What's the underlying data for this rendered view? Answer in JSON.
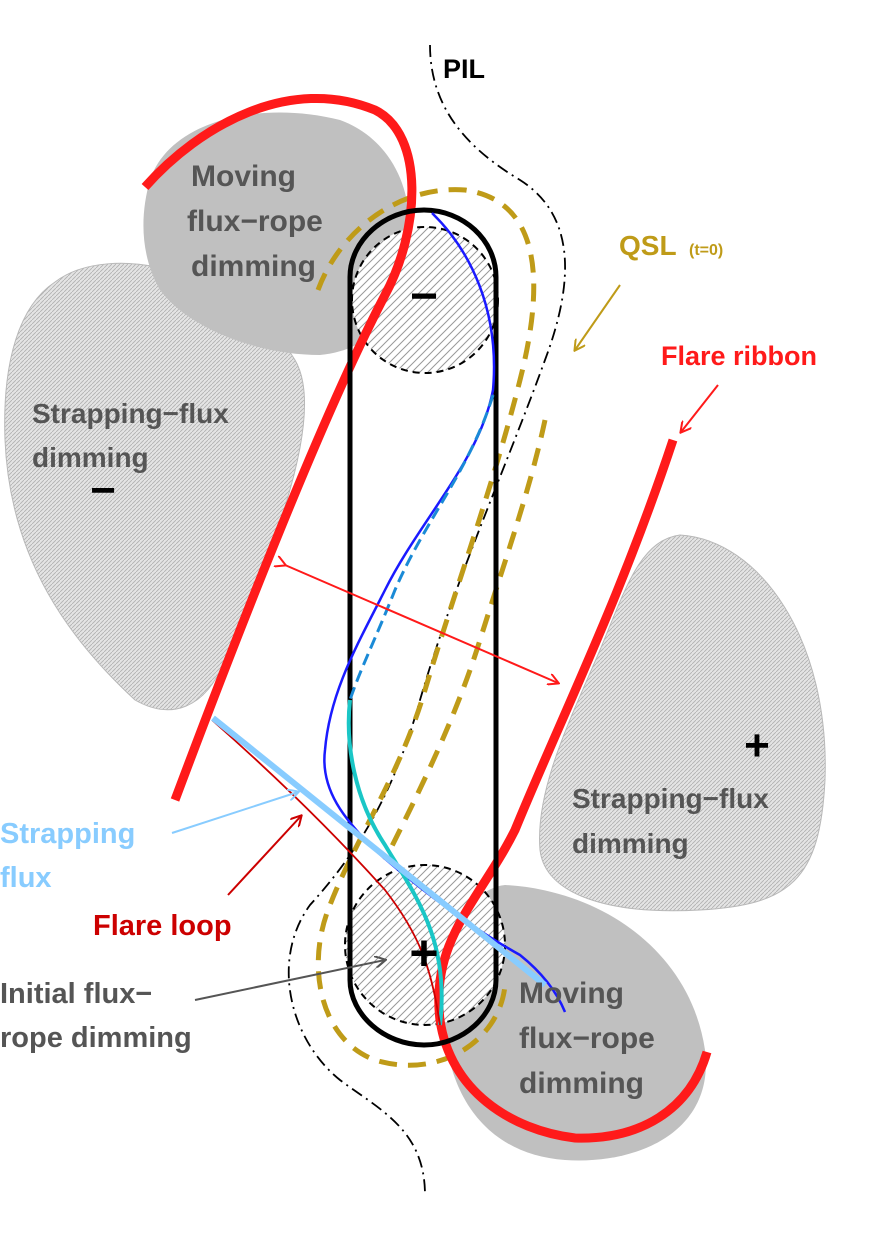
{
  "labels": {
    "pil": "PIL",
    "qsl": "QSL",
    "qsl_sub": "(t=0)",
    "flare_ribbon": "Flare ribbon",
    "moving_top_1": "Moving",
    "moving_top_2": "flux−rope",
    "moving_top_3": "dimming",
    "strap_left_1": "Strapping−flux",
    "strap_left_2": "dimming",
    "strap_right_1": "Strapping−flux",
    "strap_right_2": "dimming",
    "moving_bottom_1": "Moving",
    "moving_bottom_2": "flux−rope",
    "moving_bottom_3": "dimming",
    "strapping_flux_1": "Strapping",
    "strapping_flux_2": "flux",
    "flare_loop": "Flare loop",
    "initial_1": "Initial flux−",
    "initial_2": "rope dimming",
    "sign_top_minus": "−",
    "sign_left_minus": "−",
    "sign_right_plus": "+",
    "sign_bottom_plus": "+"
  },
  "colors": {
    "flare_ribbon": "#ff1a1a",
    "flare_loop": "#cc0000",
    "qsl": "#bf9b18",
    "strapping_flux": "#88ccff",
    "dimming_solid": "#c0c0c0",
    "dimming_hatched": "#d4d4d4",
    "fluxrope_blue": "#1a1aff",
    "fluxrope_cyan": "#1ac6c6",
    "text_gray": "#555555",
    "outline": "#000000"
  }
}
